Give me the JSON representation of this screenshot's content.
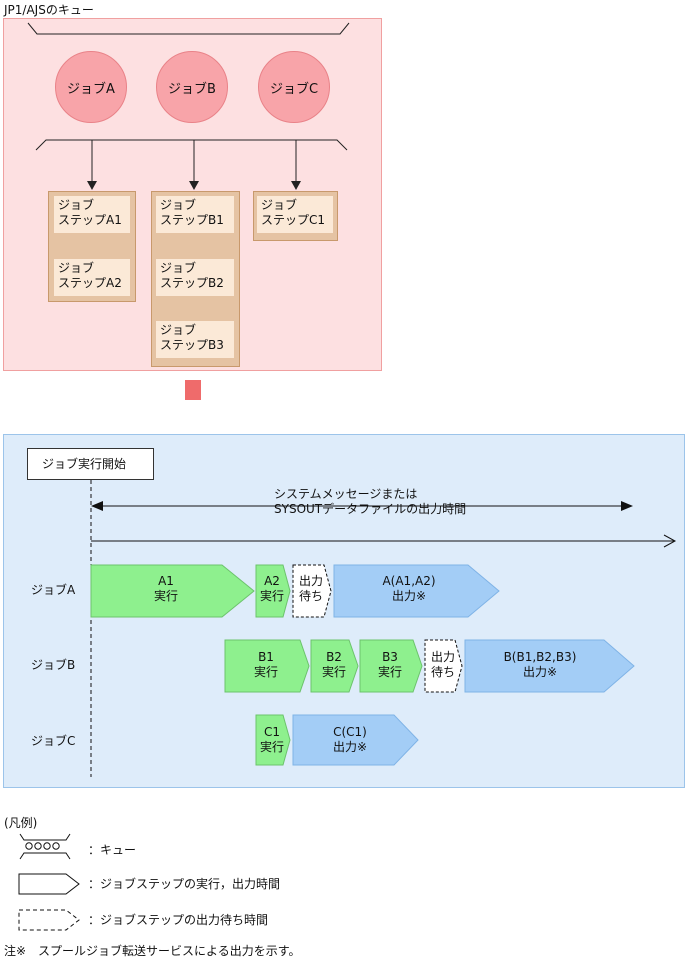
{
  "queue_title": "JP1/AJSのキュー",
  "jobs": [
    "ジョブA",
    "ジョブB",
    "ジョブC"
  ],
  "steps": {
    "a1": [
      "ジョブ",
      "ステップA1"
    ],
    "a2": [
      "ジョブ",
      "ステップA2"
    ],
    "b1": [
      "ジョブ",
      "ステップB1"
    ],
    "b2": [
      "ジョブ",
      "ステップB2"
    ],
    "b3": [
      "ジョブ",
      "ステップB3"
    ],
    "c1": [
      "ジョブ",
      "ステップC1"
    ]
  },
  "timeline": {
    "start_label": "ジョブ実行開始",
    "span_line1": "システムメッセージまたは",
    "span_line2": "SYSOUTデータファイルの出力時間",
    "rows": [
      "ジョブA",
      "ジョブB",
      "ジョブC"
    ],
    "a1": [
      "A1",
      "実行"
    ],
    "a2": [
      "A2",
      "実行"
    ],
    "a_wait": [
      "出力",
      "待ち"
    ],
    "a_out": [
      "A(A1,A2)",
      "出力※"
    ],
    "b1": [
      "B1",
      "実行"
    ],
    "b2": [
      "B2",
      "実行"
    ],
    "b3": [
      "B3",
      "実行"
    ],
    "b_wait": [
      "出力",
      "待ち"
    ],
    "b_out": [
      "B(B1,B2,B3)",
      "出力※"
    ],
    "c1": [
      "C1",
      "実行"
    ],
    "c_out": [
      "C(C1)",
      "出力※"
    ]
  },
  "legend": {
    "title": "(凡例)",
    "queue": "：キュー",
    "exec": "：ジョブステップの実行，出力時間",
    "wait": "：ジョブステップの出力待ち時間"
  },
  "note": "注※　スプールジョブ転送サービスによる出力を示す。",
  "colors": {
    "queue_bg": "#fde0e1",
    "queue_border": "#f0a0a0",
    "job_circle": "#f8a4a9",
    "step_col": "#e5c3a3",
    "step_box": "#fbe9d7",
    "timeline_bg": "#deecfa",
    "exec_green": "#8ef08e",
    "output_blue": "#a3cdf6",
    "arrow": "#ef6b6b"
  }
}
